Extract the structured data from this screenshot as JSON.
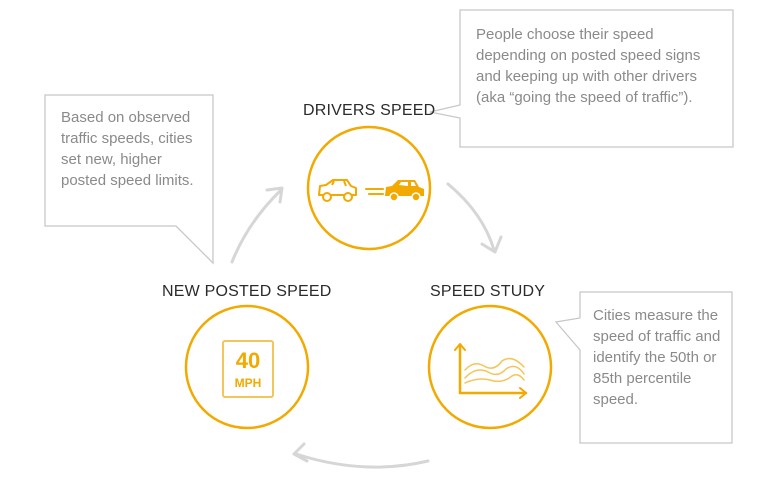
{
  "stages": {
    "drivers_speed": "DRIVERS SPEED",
    "speed_study": "SPEED STUDY",
    "new_posted_speed": "NEW POSTED SPEED"
  },
  "notes": {
    "drivers": "People choose their speed depending on posted speed signs and keeping up with other drivers (aka “going the speed of traffic”).",
    "study": "Cities measure the speed of traffic and identify the 50th or 85th percentile speed.",
    "posted": "Based on observed traffic speeds, cities set new, higher posted speed limits."
  },
  "sign": {
    "number": "40",
    "unit": "MPH"
  },
  "colors": {
    "accent": "#f2a900",
    "accent_light": "#f4c55a",
    "arrow": "#d6d6d6",
    "callout_border": "#c8c8c8",
    "label_text": "#2b2b2b",
    "note_text": "#8a8a8a"
  }
}
